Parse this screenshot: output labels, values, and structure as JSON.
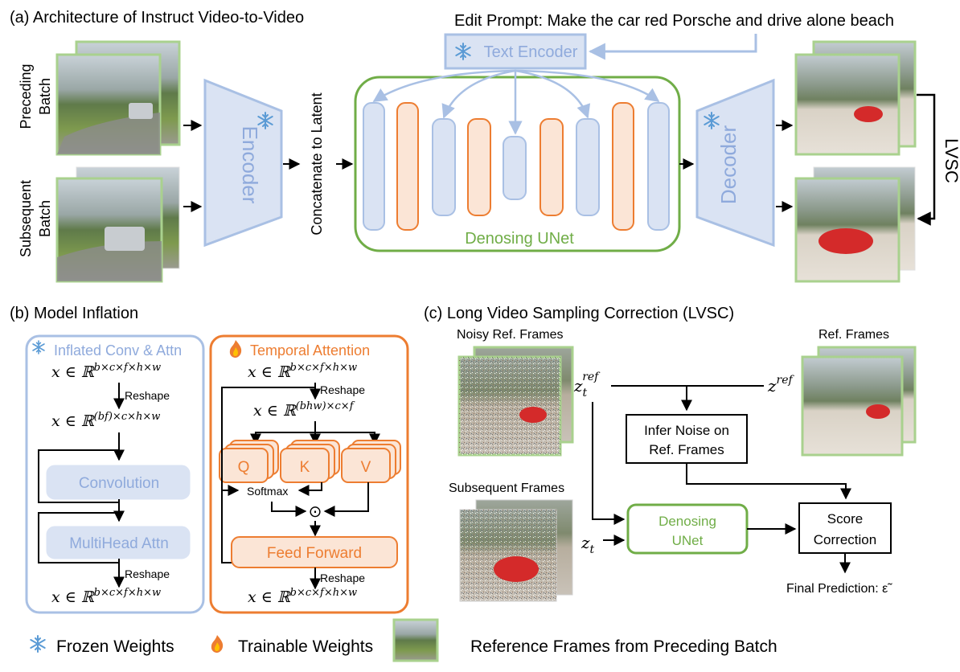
{
  "panel_a": {
    "title": "(a) Architecture of Instruct Video-to-Video",
    "edit_prompt": "Edit Prompt: Make the car red Porsche and drive alone beach",
    "text_encoder": "Text Encoder",
    "preceding_line1": "Preceding",
    "preceding_line2": "Batch",
    "subsequent_line1": "Subsequent",
    "subsequent_line2": "Batch",
    "encoder": "Encoder",
    "concat": "Concatenate to Latent",
    "unet": "Denosing UNet",
    "decoder": "Decoder",
    "lvsc": "LVSC"
  },
  "panel_b": {
    "title": "(b) Model Inflation",
    "inflated_title": "Inflated Conv & Attn",
    "temporal_title": "Temporal Attention",
    "left_eq1": "x ∈ ℝ",
    "left_eq1_sup": "b×c×f×h×w",
    "reshape": "Reshape",
    "left_eq2": "x ∈ ℝ",
    "left_eq2_sup": "(bf)×c×h×w",
    "convolution": "Convolution",
    "multihead": "MultiHead Attn",
    "left_eq3": "x ∈ ℝ",
    "left_eq3_sup": "b×c×f×h×w",
    "right_eq1": "x ∈ ℝ",
    "right_eq1_sup": "b×c×f×h×w",
    "right_eq2": "x ∈ ℝ",
    "right_eq2_sup": "(bhw)×c×f",
    "q": "Q",
    "k": "K",
    "v": "V",
    "softmax": "Softmax",
    "odot": "⊙",
    "feed_forward": "Feed Forward",
    "right_eq3": "x ∈ ℝ",
    "right_eq3_sup": "b×c×f×h×w"
  },
  "panel_c": {
    "title": "(c) Long Video Sampling Correction (LVSC)",
    "noisy_ref": "Noisy Ref. Frames",
    "ref_frames": "Ref. Frames",
    "z_t_ref": "z",
    "z_t_ref_sub": "t",
    "z_t_ref_sup": "ref",
    "z_ref": "z",
    "z_ref_sup": "ref",
    "infer_line1": "Infer Noise on",
    "infer_line2": "Ref. Frames",
    "subsequent_frames": "Subsequent Frames",
    "denoise_line1": "Denosing",
    "denoise_line2": "UNet",
    "z_t": "z",
    "z_t_sub": "t",
    "score_line1": "Score",
    "score_line2": "Correction",
    "final": "Final Prediction: ε̃"
  },
  "legend": {
    "frozen": "Frozen Weights",
    "trainable": "Trainable Weights",
    "reference": "Reference Frames from Preceding Batch"
  },
  "colors": {
    "blue_fill": "#dae3f3",
    "blue_stroke": "#a9c0e4",
    "blue_text": "#8faadc",
    "orange_fill": "#fbe5d6",
    "orange_stroke": "#ed7d31",
    "green": "#70ad47",
    "frame_green": "#a9d18e"
  },
  "icons": [
    "snowflake-icon",
    "fire-icon"
  ]
}
